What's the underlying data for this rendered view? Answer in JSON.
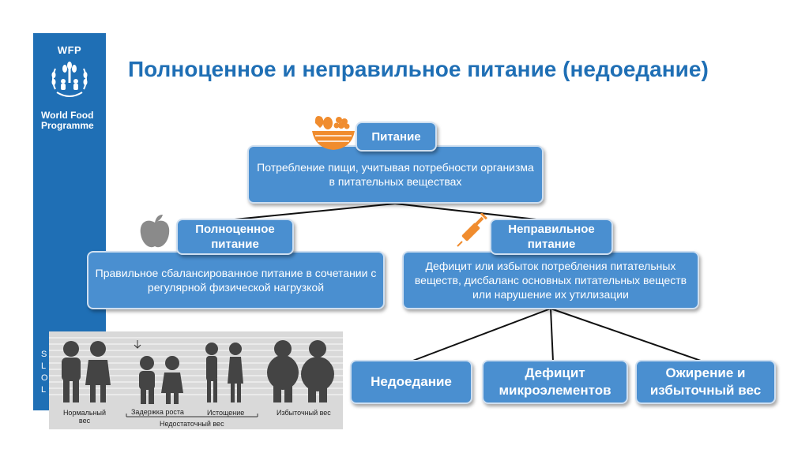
{
  "sidebar": {
    "logo_abbr": "WFP",
    "org_name_line1": "World Food",
    "org_name_line2": "Programme",
    "letters": [
      "S",
      "L",
      "O",
      "L"
    ],
    "color": "#1f6fb5"
  },
  "title": "Полноценное и неправильное питание (недоедание)",
  "diagram": {
    "root": {
      "tab": "Питание",
      "description": "Потребление пищи, учитывая потребности организма в питательных веществах",
      "icon": "fruit-basket-icon"
    },
    "left": {
      "tab_line1": "Полноценное",
      "tab_line2": "питание",
      "description": "Правильное сбалансированное питание в сочетании с регулярной физической нагрузкой",
      "icon": "apple-icon"
    },
    "right": {
      "tab_line1": "Неправильное",
      "tab_line2": "питание",
      "description": "Дефицит или избыток потребления питательных веществ, дисбаланс основных питательных веществ или нарушение их утилизации",
      "icon": "syringe-icon"
    },
    "leaves": [
      {
        "line1": "Недоедание",
        "line2": ""
      },
      {
        "line1": "Дефицит",
        "line2": "микроэлементов"
      },
      {
        "line1": "Ожирение и",
        "line2": "избыточный вес"
      }
    ],
    "box_color": "#4a8fd0",
    "icon_color": "#f08c2e"
  },
  "figures": {
    "labels": {
      "normal_line1": "Нормальный",
      "normal_line2": "вес",
      "stunting": "Задержка роста",
      "wasting": "Истощение",
      "overweight": "Избыточный вес",
      "underweight": "Недостаточный вес"
    }
  }
}
